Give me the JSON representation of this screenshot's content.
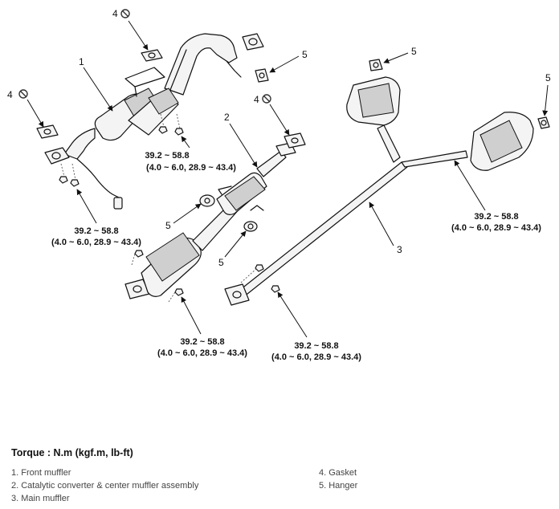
{
  "diagram": {
    "callouts": {
      "front_muffler": "1",
      "cat_converter": "2",
      "main_muffler": "3",
      "gasket": "4",
      "hanger": "5"
    },
    "torque_values": {
      "value": "39.2 ~ 58.8",
      "alt_units": "(4.0 ~ 6.0, 28.9 ~ 43.4)"
    },
    "icons": [
      "not-reusable-icon",
      "arrow-icon"
    ]
  },
  "legend": {
    "title": "Torque : N.m (kgf.m, lb-ft)",
    "items": [
      "1. Front muffler",
      "2. Catalytic converter & center muffler assembly",
      "3. Main muffler",
      "4. Gasket",
      "5. Hanger"
    ]
  }
}
